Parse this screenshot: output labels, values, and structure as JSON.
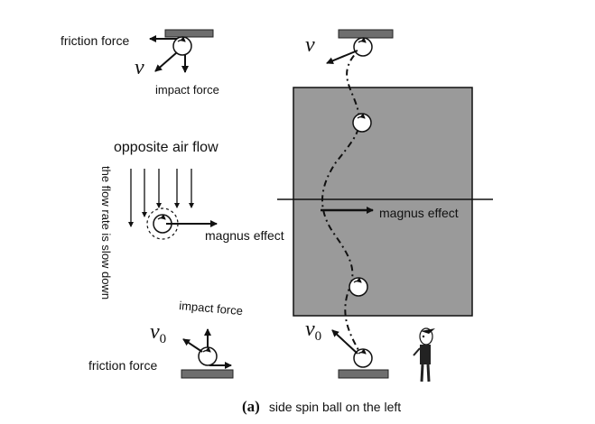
{
  "labels": {
    "friction_top": "friction force",
    "impact_top": "impact force",
    "v_top": "v",
    "v_top_right": "v",
    "opposite_air_flow": "opposite air flow",
    "flow_rate": "the flow rate is slow down",
    "magnus_left": "magnus effect",
    "magnus_right": "magnus effect",
    "impact_bottom": "impact force",
    "v0_left": "v",
    "v0_left_sub": "0",
    "v0_right": "v",
    "v0_right_sub": "0",
    "friction_bottom": "friction force"
  },
  "caption": {
    "tag": "(a)",
    "text": "side spin ball on the left"
  },
  "colors": {
    "court": "#9a9a9a",
    "line": "#111111",
    "plate": "#6e6e6e"
  }
}
